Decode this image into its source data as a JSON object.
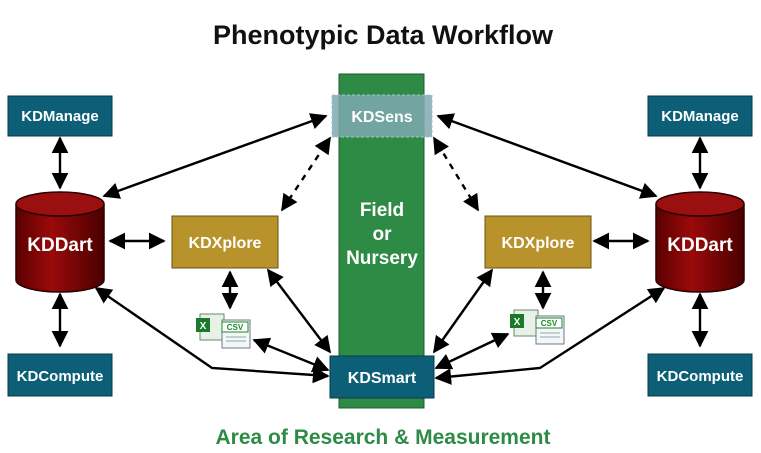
{
  "title": "Phenotypic Data Workflow",
  "footer": "Area of Research & Measurement",
  "center": {
    "field_lines": [
      "Field",
      "or",
      "Nursery"
    ],
    "sens_label": "KDSens",
    "smart_label": "KDSmart"
  },
  "left": {
    "manage": "KDManage",
    "dart": "KDDart",
    "compute": "KDCompute",
    "xplore": "KDXplore"
  },
  "right": {
    "manage": "KDManage",
    "dart": "KDDart",
    "compute": "KDCompute",
    "xplore": "KDXplore"
  },
  "file_icon_label": "CSV",
  "colors": {
    "teal_box": "#0d5f78",
    "gold_box": "#b8922a",
    "db_red": "#8b0000",
    "field_green": "#2e8b45",
    "footer_green": "#2e8b45"
  }
}
